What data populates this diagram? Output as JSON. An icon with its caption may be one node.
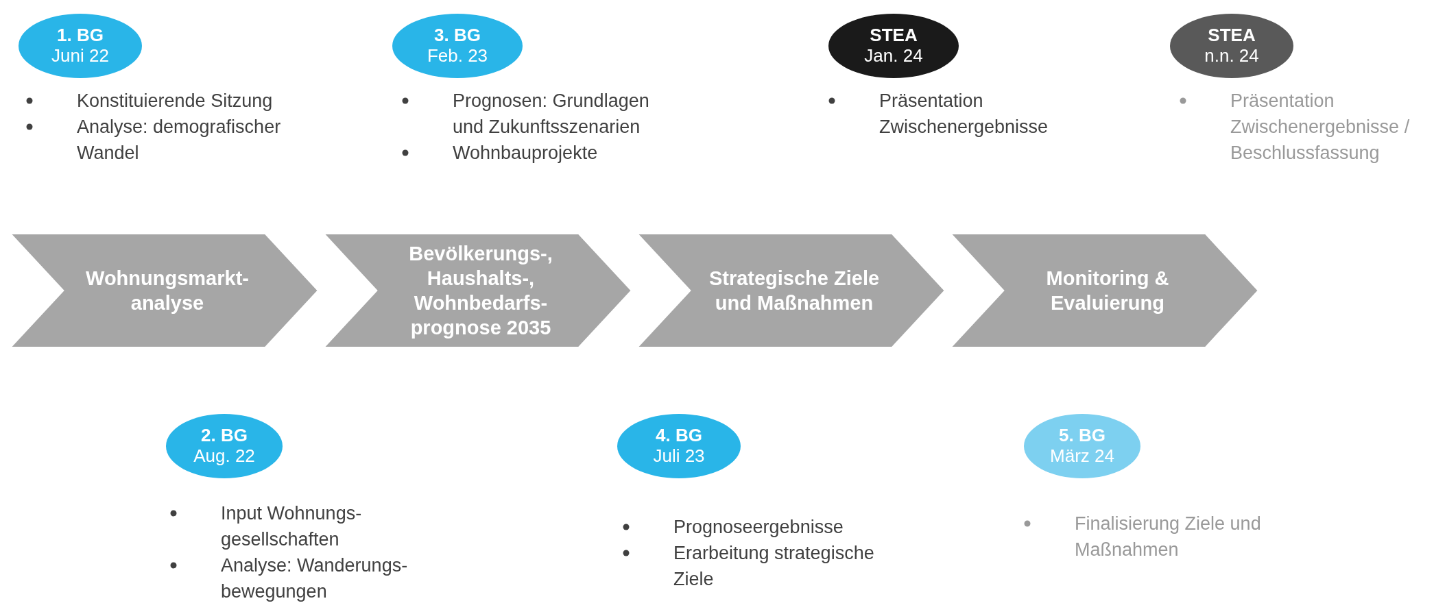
{
  "diagram": {
    "nodes": [
      {
        "text": [
          "1. BG",
          "Juni 22"
        ],
        "beside": [
          "Konstituierende Sitzung",
          "Analyse: demografischer Wandel"
        ]
      },
      {
        "text": [
          "3. BG",
          "Feb. 23"
        ],
        "beside": [
          "Prognosen: Grundlagen und Zukunftsszenarien",
          "Wohnbauprojekte"
        ]
      },
      {
        "text": [
          "STEA",
          "Jan. 24"
        ],
        "beside": [
          "Präsentation Zwischenergebnisse"
        ]
      },
      {
        "text": [
          "STEA",
          "n.n. 24"
        ],
        "beside": [
          "Präsentation Zwischenergebnisse / Beschlussfassung"
        ]
      },
      {
        "text": [
          "Wohnungsmarkt-analyse"
        ]
      },
      {
        "text": [
          "Bevölkerungs-, Haushalts-, Wohnbedarfs-prognose 2035"
        ]
      },
      {
        "text": [
          "Strategische Ziele und Maßnahmen"
        ]
      },
      {
        "text": [
          "Monitoring & Evaluierung"
        ]
      },
      {
        "text": [
          "2. BG",
          "Aug. 22"
        ],
        "beside": [
          "Input Wohnungs-gesellschaften",
          "Analyse: Wanderungs-bewegungen"
        ]
      },
      {
        "text": [
          "4. BG",
          "Juli 23"
        ],
        "beside": [
          "Prognoseergebnisse",
          "Erarbeitung strategische Ziele"
        ]
      },
      {
        "text": [
          "5. BG",
          "März 24"
        ],
        "beside": [
          "Finalisierung Ziele und Maßnahmen"
        ]
      }
    ],
    "edges": []
  }
}
